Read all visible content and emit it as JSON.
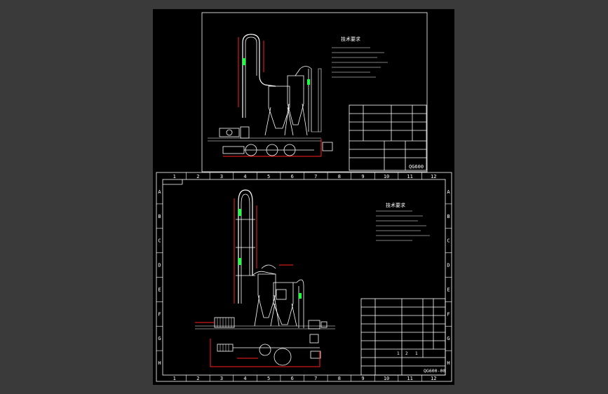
{
  "colors": {
    "background": "#3a3a3a",
    "canvas": "#000000",
    "line": "#ffffff",
    "accent_red": "#ff2020",
    "accent_green": "#20ff40"
  },
  "sheet_top": {
    "notes_title": "技术要求",
    "drawing_no": "QG600"
  },
  "sheet_bottom": {
    "columns": [
      "1",
      "2",
      "3",
      "4",
      "5",
      "6",
      "7",
      "8",
      "9",
      "10",
      "11",
      "12"
    ],
    "rows": [
      "A",
      "B",
      "C",
      "D",
      "E",
      "F",
      "G",
      "H"
    ],
    "notes_title": "技术要求",
    "drawing_no": "QG600-00",
    "scale_cells": [
      "1",
      "2",
      "1"
    ]
  }
}
